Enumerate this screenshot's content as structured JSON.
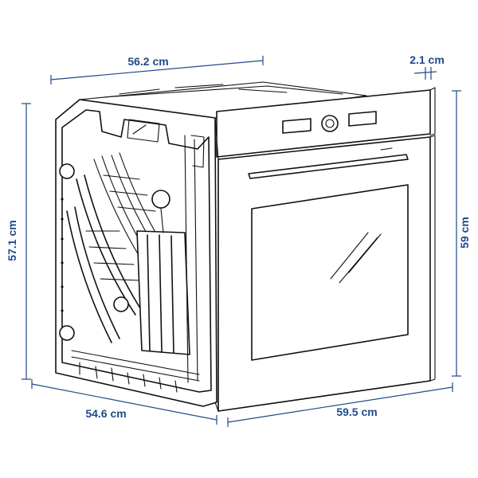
{
  "dimensions": {
    "top_depth": "56.2 cm",
    "panel_depth": "2.1 cm",
    "left_height": "57.1 cm",
    "right_height": "59 cm",
    "bottom_depth": "54.6 cm",
    "bottom_width": "59.5 cm"
  },
  "colors": {
    "dimension": "#1f4a8a",
    "line": "#111111",
    "background": "#ffffff"
  },
  "icons": {
    "product": "built-in-oven-illustration"
  }
}
